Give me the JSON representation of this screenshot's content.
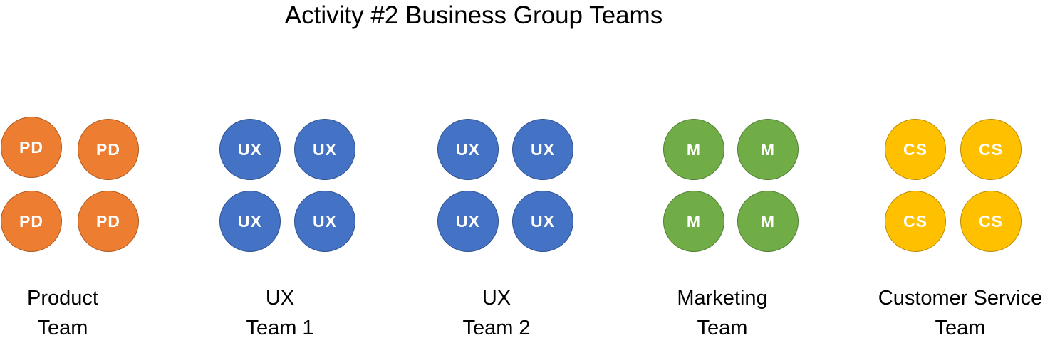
{
  "title": "Activity #2 Business Group Teams",
  "teams": [
    {
      "label_line1": "Product",
      "label_line2": "Team",
      "member_label": "PD",
      "members": [
        "PD",
        "PD",
        "PD",
        "PD"
      ],
      "fill": "#ED7D31",
      "border": "#AE5A21"
    },
    {
      "label_line1": "UX",
      "label_line2": "Team 1",
      "member_label": "UX",
      "members": [
        "UX",
        "UX",
        "UX",
        "UX"
      ],
      "fill": "#4472C4",
      "border": "#2F528F"
    },
    {
      "label_line1": "UX",
      "label_line2": "Team 2",
      "member_label": "UX",
      "members": [
        "UX",
        "UX",
        "UX",
        "UX"
      ],
      "fill": "#4472C4",
      "border": "#2F528F"
    },
    {
      "label_line1": "Marketing",
      "label_line2": "Team",
      "member_label": "M",
      "members": [
        "M",
        "M",
        "M",
        "M"
      ],
      "fill": "#70AD47",
      "border": "#507E32"
    },
    {
      "label_line1": "Customer Service",
      "label_line2": "Team",
      "member_label": "CS",
      "members": [
        "CS",
        "CS",
        "CS",
        "CS"
      ],
      "fill": "#FFC000",
      "border": "#BC8C00"
    }
  ]
}
